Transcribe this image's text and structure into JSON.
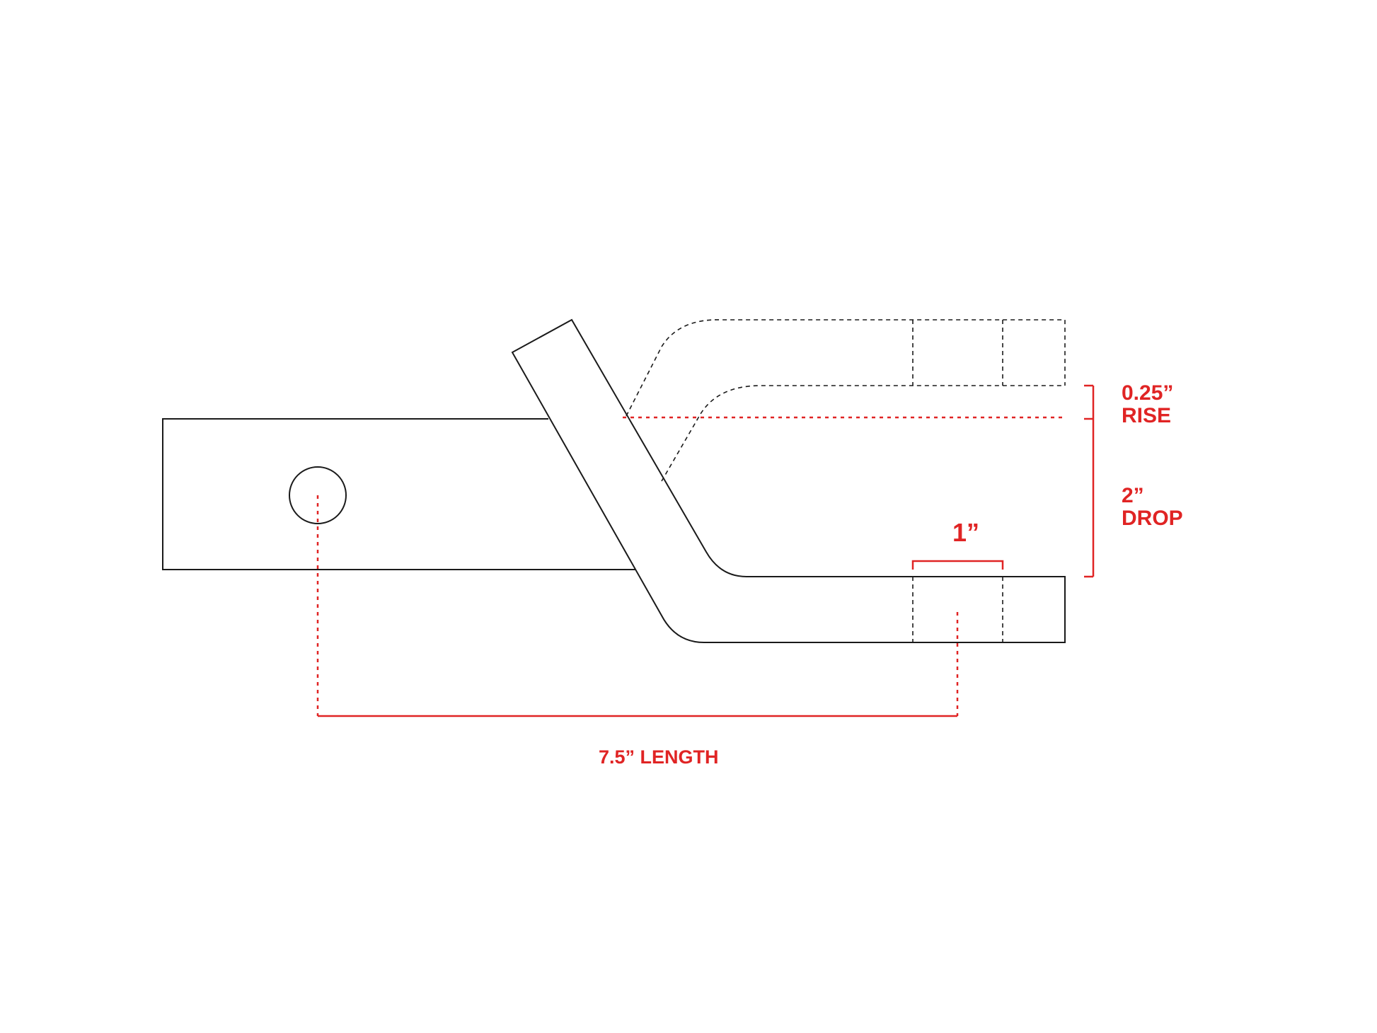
{
  "colors": {
    "outline": "#1a1a1a",
    "dimension": "#e02424",
    "background": "#ffffff"
  },
  "dimensions": {
    "rise": {
      "value": "0.25”",
      "name": "RISE"
    },
    "drop": {
      "value": "2”",
      "name": "DROP"
    },
    "tip": {
      "value": "1”"
    },
    "length": {
      "text": "7.5” LENGTH"
    }
  }
}
